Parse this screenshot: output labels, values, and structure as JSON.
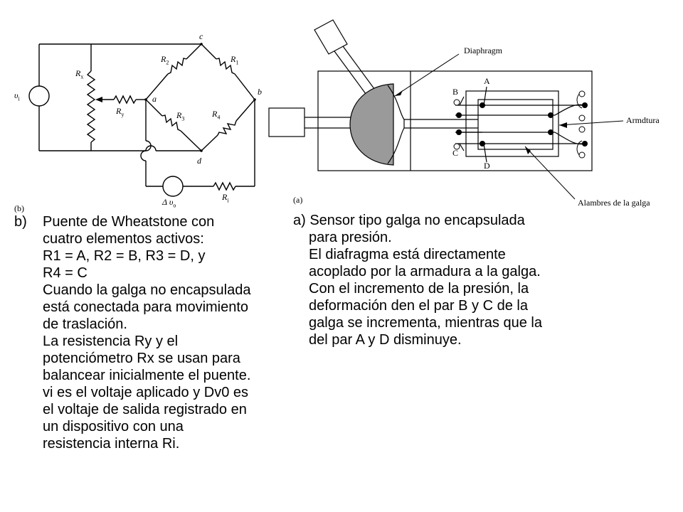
{
  "left_figure": {
    "panel_label": "(b)",
    "nodes": {
      "c": "c",
      "a": "a",
      "b": "b",
      "d": "d"
    },
    "labels": {
      "vi": "υ",
      "vi_sub": "i",
      "rx": "R",
      "rx_sub": "x",
      "ry": "R",
      "ry_sub": "y",
      "r1": "R",
      "r1_sub": "1",
      "r2": "R",
      "r2_sub": "2",
      "r3": "R",
      "r3_sub": "3",
      "r4": "R",
      "r4_sub": "4",
      "ri": "R",
      "ri_sub": "i",
      "vo": "Δ υ",
      "vo_sub": "o"
    }
  },
  "right_figure": {
    "panel_label": "(a)",
    "diaphragm": "Diaphragm",
    "armadura": "Armdtura",
    "alambres": "Alambres de la galga",
    "A": "A",
    "B": "B",
    "C": "C",
    "D": "D"
  },
  "left_text": {
    "marker": "b)",
    "line1": "Puente de Wheatstone con",
    "line2": "cuatro elementos activos:",
    "line3": " R1 =  A, R2  =  B, R3  =  D, y",
    "line4": " R4 =  C",
    "line5": " Cuando la galga no encapsulada",
    "line6": "está conectada para movimiento",
    "line7": "de traslación.",
    "line8": " La resistencia Ry y el",
    "line9": "potenciómetro Rx se usan para",
    "line10": "balancear inicialmente el puente.",
    "line11": " vi es el voltaje aplicado y Dv0 es",
    "line12": "el voltaje de salida registrado en",
    "line13": "un dispositivo con una",
    "line14": "resistencia interna Ri."
  },
  "right_text": {
    "line1": "a) Sensor tipo galga no encapsulada",
    "line2": "para presión.",
    "line3": "El diafragma está directamente",
    "line4": "acoplado por la armadura a la galga.",
    "line5": "Con el incremento de la presión, la",
    "line6": "deformación den el par B y C de la",
    "line7": "galga se incrementa, mientras que la",
    "line8": "del par A y D disminuye."
  }
}
